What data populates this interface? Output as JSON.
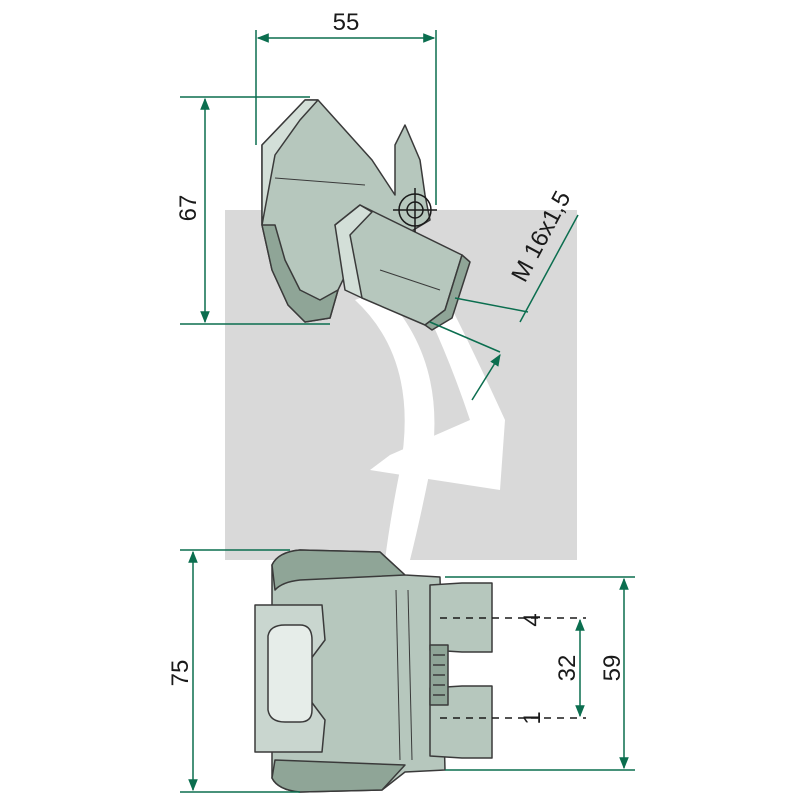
{
  "dimensions": {
    "top_width": "55",
    "top_height": "67",
    "thread": "M 16x1,5",
    "bottom_height": "75",
    "bottom_span_outer": "59",
    "bottom_span_inner": "32",
    "hole_label_top": "4",
    "hole_label_bottom": "1"
  },
  "colors": {
    "dimension_line": "#0b6e4f",
    "part_fill": "#b6c7bd",
    "part_dark": "#8fa597",
    "part_light": "#d3dfd8",
    "outline": "#3a3a3a",
    "watermark": "#d9d9d9"
  }
}
